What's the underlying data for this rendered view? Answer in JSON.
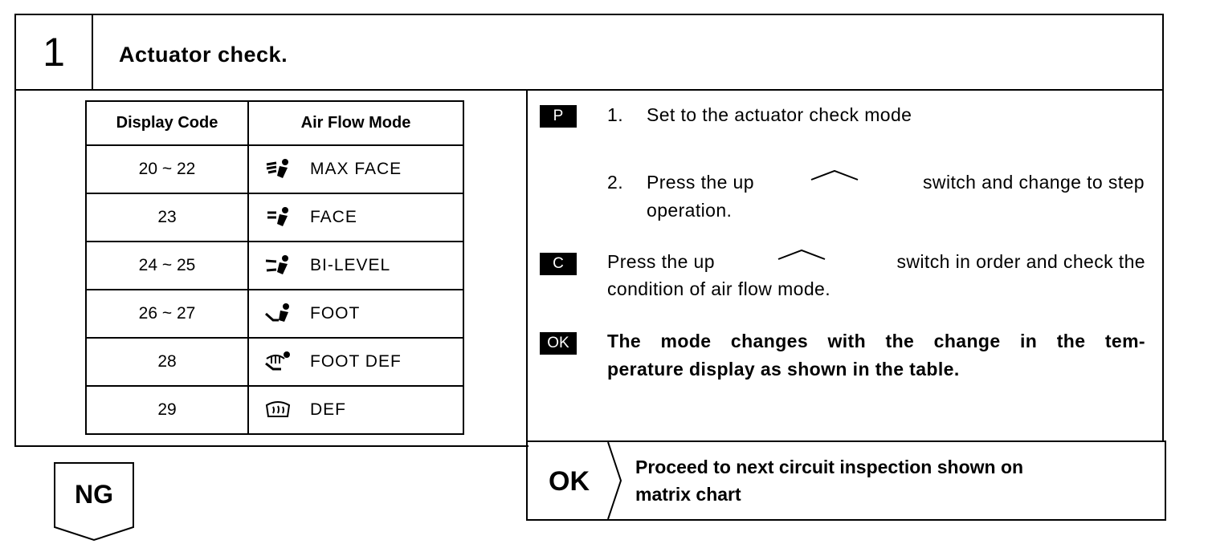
{
  "header": {
    "step_number": "1",
    "title": "Actuator check."
  },
  "table": {
    "headers": [
      "Display Code",
      "Air Flow Mode"
    ],
    "rows": [
      {
        "code": "20 ~ 22",
        "mode": "MAX FACE",
        "icon": "max-face-airflow-icon"
      },
      {
        "code": "23",
        "mode": "FACE",
        "icon": "face-airflow-icon"
      },
      {
        "code": "24 ~ 25",
        "mode": "BI-LEVEL",
        "icon": "bi-level-airflow-icon"
      },
      {
        "code": "26 ~ 27",
        "mode": "FOOT",
        "icon": "foot-airflow-icon"
      },
      {
        "code": "28",
        "mode": "FOOT DEF",
        "icon": "foot-def-airflow-icon"
      },
      {
        "code": "29",
        "mode": "DEF",
        "icon": "defrost-icon"
      }
    ]
  },
  "instructions": {
    "p_badge": "P",
    "step1": "1.",
    "step1_text": "Set to the actuator check mode",
    "step2": "2.",
    "step2_before": "Press the up",
    "step2_after": "switch and change to step",
    "step2_line2": "operation.",
    "c_badge": "C",
    "c_before": "Press the up",
    "c_after": "switch in order and check the",
    "c_line2": "condition of air flow mode.",
    "ok_badge": "OK",
    "ok_line1": "The mode changes with the change in the tem-",
    "ok_line2": "perature display as shown in the table."
  },
  "ok_box": {
    "label": "OK",
    "text_line1": "Proceed to next circuit inspection shown on",
    "text_line2": "matrix chart"
  },
  "ng_box": {
    "label": "NG"
  }
}
